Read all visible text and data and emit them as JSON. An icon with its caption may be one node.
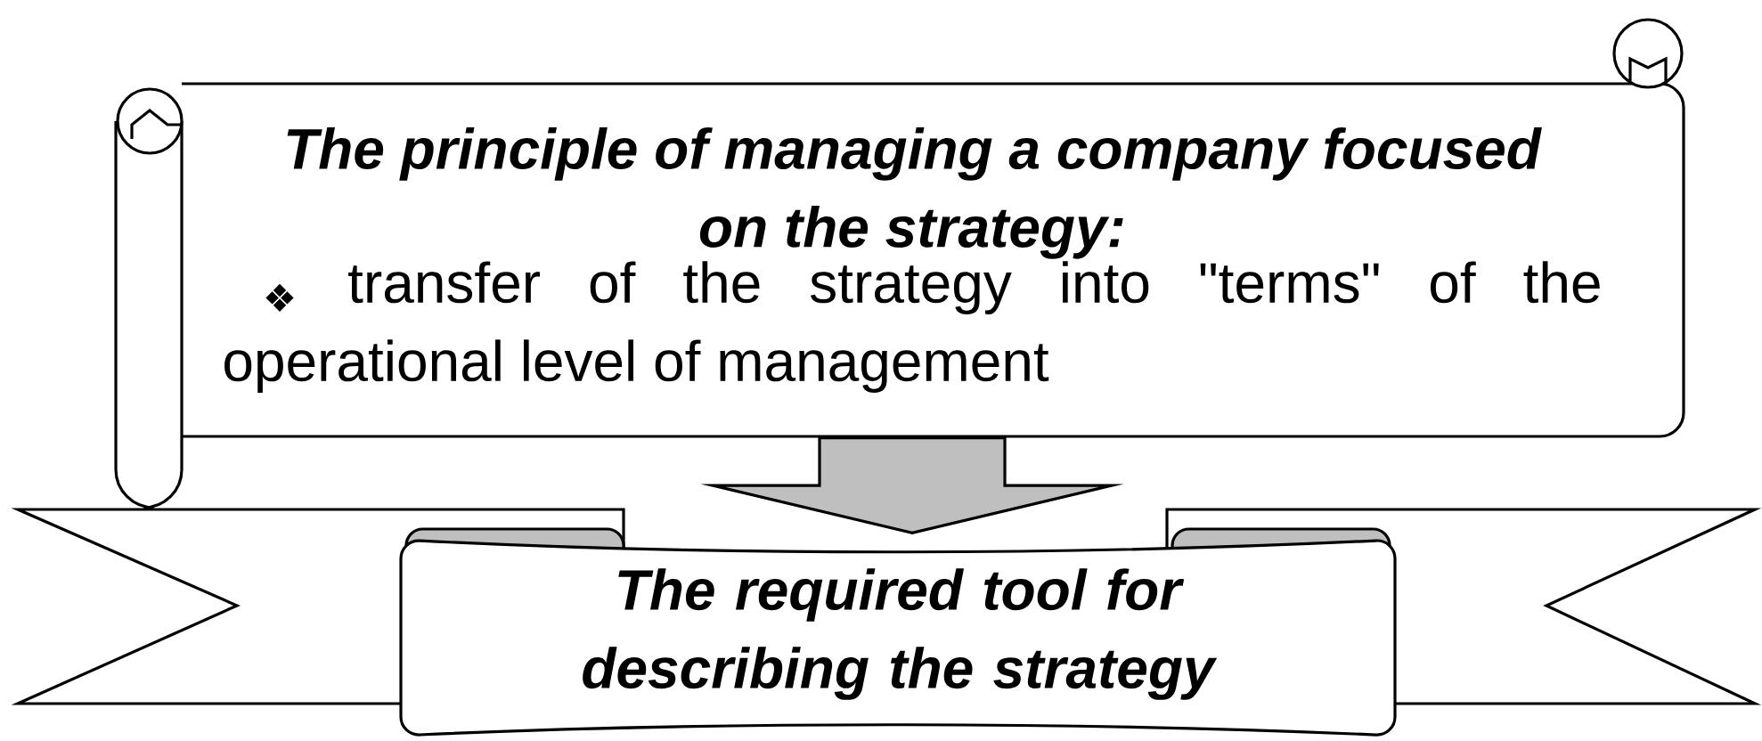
{
  "diagram": {
    "nodes": [
      {
        "text": [
          "The principle of managing a company focused on the strategy:",
          "transfer of the strategy into \"terms\" of the operational level of management"
        ]
      },
      {
        "text": [
          "The required tool for describing the strategy"
        ]
      }
    ],
    "edges": [
      {
        "from": 0,
        "to": 1,
        "arrow": "to"
      }
    ]
  }
}
